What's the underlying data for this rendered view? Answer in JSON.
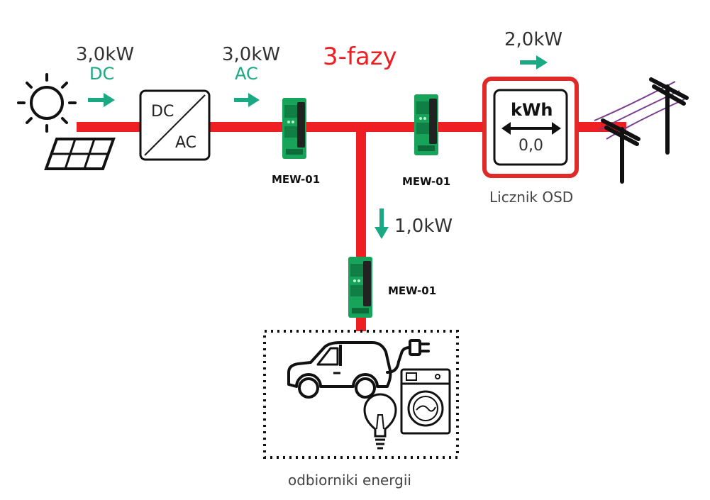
{
  "colors": {
    "line": "#ef1e22",
    "accent": "#1aa982",
    "device": "#17a35a",
    "meter_border": "#e02a2a",
    "stroke": "#111111"
  },
  "phase_label": "3-fazy",
  "pv": {
    "power": "3,0kW",
    "current_type": "DC",
    "icons": [
      "sun-icon",
      "solar-panel-icon"
    ]
  },
  "inverter": {
    "power": "3,0kW",
    "current_type": "AC",
    "label_top": "DC",
    "label_bottom": "AC"
  },
  "devices": [
    {
      "label": "MEW-01"
    },
    {
      "label": "MEW-01"
    },
    {
      "label": "MEW-01"
    }
  ],
  "grid": {
    "power": "2,0kW"
  },
  "meter": {
    "unit": "kWh",
    "reading": "0,0",
    "caption": "Licznik OSD"
  },
  "branch": {
    "power": "1,0kW"
  },
  "loads": {
    "caption": "odbiorniki energii",
    "icons": [
      "car-icon",
      "plug-icon",
      "washing-machine-icon",
      "light-bulb-icon"
    ]
  },
  "pole_icon": "power-pole-icon"
}
